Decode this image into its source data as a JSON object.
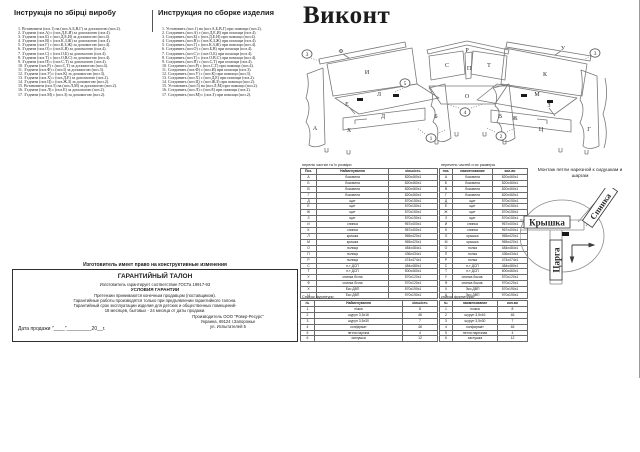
{
  "product": {
    "title": "Виконт"
  },
  "instructions_ua": {
    "title": "Інструкція по збірці виробу",
    "items": [
      "1. Встановити (поз.1) на (поз.А,Б,В,Г) за допомогою (поз.2).",
      "2. З'єднати (поз.А) с (поз.Д,Е,И) за допомогою (поз.4).",
      "3. З'єднати (поз.Б) с (поз.Д,Е,И) за допомогою (поз.4).",
      "4. З'єднати (поз.В) с (поз.К,З,Ж) за допомогою (поз.4).",
      "5. З'єднати (поз.Г) с (поз.К,З,Ж) за допомогою (поз.4).",
      "6. З'єднати (поз.О) с (поз.Б,В) за допомогою (поз.4).",
      "7. З'єднати (поз.С) с (поз.О,Б) за допомогою (поз.4).",
      "8. З'єднати (поз.Т) с (поз.О,В,С) за допомогою (поз.4).",
      "9. З'єднати (поз.П) с (поз.С,Т) за допомогою (поз.4).",
      "10. З'єднати (поз.Р) с (поз.С,Т) за допомогою (поз.4).",
      "11. З'єднати (поз.Ф) с (поз.І) за допомогою (поз.3).",
      "12. З'єднати (поз.У) с (поз.К) за допомогою (поз.3).",
      "13. З'єднати (поз.Х) с (поз.Д,Е) за допомогою (поз.2).",
      "14. З'єднати (поз.Ц) с (поз.Ж,З) за допомогою (поз.2).",
      "15. Встановити (поз.5) на (поз.Л,М) за допомогою (поз.2).",
      "16. З'єднати (поз.Л) с (поз.Е) за допомогою (поз.2).",
      "17. З'єднати (поз.М) с (поз.З) за допомогою (поз.2)."
    ]
  },
  "instructions_ru": {
    "title": "Инструкция по сборке изделия",
    "items": [
      "1. Установить (поз.1) на (поз.А,Б,В,Г) при помощи (поз.2).",
      "2. Соединить (поз.А) с (поз.Д,Е,И) при помощи (поз.4).",
      "3. Соединить (поз.Б) с (поз.Д,Е,И) при помощи (поз.4).",
      "4. Соединить (поз.В) с (поз.К,З,Ж) при помощи (поз.4).",
      "5. Соединить (поз.Г) с (поз.К,З,Ж) при помощи (поз.4).",
      "6. Соединить (поз.О) с (поз.Б,В) при помощи (поз.4).",
      "7. Соединить (поз.С) с (поз.О,Б) при помощи (поз.4).",
      "8. Соединить (поз.Т) с (поз.О,В,С) при помощи (поз.4).",
      "9. Соединить (поз.П) с (поз.С,Т) при помощи (поз.4).",
      "10. Соединить (поз.Р) с (поз.С,Т) при помощи (поз.4).",
      "11. Соединить (поз.Ф) с (поз.И) при помощи (поз.3).",
      "12. Соединить (поз.У) с (поз.К) при помощи (поз.3).",
      "13. Соединить (поз.Х) с (поз.Д,Е) при помощи (поз.2).",
      "14. Соединить (поз.Ц) с (поз.Ж,З) при помощи (поз.2).",
      "15. Установить (поз.5) на (поз.Л,М) при помощи (поз.2).",
      "16. Соединить (поз.Л) с (поз.Е) при помощи (поз.2).",
      "17. Соединить (поз.М) с (поз.З) при помощи (поз.2)."
    ]
  },
  "diagram": {
    "labels": {
      "A": "А",
      "B": "Б",
      "V": "В",
      "G": "Г",
      "D": "Д",
      "E": "Е",
      "ZH": "Ж",
      "Z": "З",
      "I": "И",
      "K": "К",
      "L": "Л",
      "M": "М",
      "O": "О",
      "P": "П",
      "R": "Р",
      "S": "С",
      "T": "Т",
      "U": "У",
      "F": "Ф",
      "H": "Х",
      "TS": "Ц"
    },
    "callouts": {
      "n1": "1",
      "n2": "2",
      "n3": "3",
      "n4": "4",
      "n5": "5"
    }
  },
  "parts_ua": {
    "title": "перелік частин та їх розміри",
    "headers": [
      "Поз.",
      "Найменування",
      "кількість"
    ],
    "rows": [
      [
        "А",
        "боковина",
        "820х460х1"
      ],
      [
        "Б",
        "боковина",
        "820х460х1"
      ],
      [
        "В",
        "боковина",
        "820х460х1"
      ],
      [
        "Г",
        "боковина",
        "820х460х1"
      ],
      [
        "Д",
        "щит",
        "570х150х1"
      ],
      [
        "Е",
        "щит",
        "570х150х1"
      ],
      [
        "Ж",
        "щит",
        "570х150х1"
      ],
      [
        "З",
        "щит",
        "570х150х1"
      ],
      [
        "И",
        "спинка",
        "967х400х1"
      ],
      [
        "К",
        "спинка",
        "967х400х1"
      ],
      [
        "Л",
        "кришка",
        "965х420х1"
      ],
      [
        "М",
        "кришка",
        "965х420х1"
      ],
      [
        "О",
        "полиця",
        "484х484х1"
      ],
      [
        "П",
        "полиця",
        "436х434х1"
      ],
      [
        "Р",
        "полиця",
        "474х474х1"
      ],
      [
        "С",
        "н-т ДСП",
        "484х480х1"
      ],
      [
        "Т",
        "н-т ДСП",
        "500х460х1"
      ],
      [
        "У",
        "спинка бічна",
        "570х120х1"
      ],
      [
        "Ф",
        "спинка бічна",
        "970х120х1"
      ],
      [
        "Х",
        "Еко ДВП",
        "570х190х1"
      ],
      [
        "Ц",
        "Еко ДВП",
        "970х190х1"
      ]
    ]
  },
  "parts_ru": {
    "title": "перечень частей и их размеры",
    "headers": [
      "поз.",
      "наименование",
      "кол-во"
    ],
    "rows": [
      [
        "А",
        "боковина",
        "820х460х1"
      ],
      [
        "Б",
        "боковина",
        "820х460х1"
      ],
      [
        "В",
        "боковина",
        "820х460х1"
      ],
      [
        "Г",
        "боковина",
        "820х460х1"
      ],
      [
        "Д",
        "щит",
        "570х150х1"
      ],
      [
        "Е",
        "щит",
        "570х150х1"
      ],
      [
        "Ж",
        "щит",
        "570х150х1"
      ],
      [
        "З",
        "щит",
        "570х150х1"
      ],
      [
        "И",
        "спинка",
        "967х400х1"
      ],
      [
        "К",
        "спинка",
        "967х400х1"
      ],
      [
        "Л",
        "крышка",
        "965х420х1"
      ],
      [
        "М",
        "крышка",
        "965х420х1"
      ],
      [
        "О",
        "полка",
        "484х484х1"
      ],
      [
        "П",
        "полка",
        "436х434х1"
      ],
      [
        "Р",
        "полка",
        "474х474х1"
      ],
      [
        "С",
        "н-т ДСП",
        "484х480х1"
      ],
      [
        "Т",
        "н-т ДСП",
        "500х460х1"
      ],
      [
        "У",
        "спинка боков.",
        "570х120х1"
      ],
      [
        "Ф",
        "спинка боков.",
        "970х120х1"
      ],
      [
        "Х",
        "Эко ДВП",
        "570х190х1"
      ],
      [
        "Ц",
        "Эко ДВП",
        "970х190х1"
      ]
    ]
  },
  "hardware_ua": {
    "title": "Список фурнітури",
    "headers": [
      "№",
      "Найменування",
      "кількість"
    ],
    "rows": [
      [
        "1",
        "ніжка",
        "8"
      ],
      [
        "2",
        "шуруп 3,5х16",
        "46"
      ],
      [
        "3",
        "шуруп 3,5х30",
        "7"
      ],
      [
        "4",
        "конфірмат",
        "46"
      ],
      [
        "5",
        "петля нарізна",
        "4"
      ],
      [
        "6",
        "заглушка",
        "12"
      ]
    ]
  },
  "hardware_ru": {
    "title": "список фурнитуры",
    "headers": [
      "№",
      "наименование",
      "кол-во"
    ],
    "rows": [
      [
        "1",
        "ножка",
        "8"
      ],
      [
        "2",
        "шуруп 3,5х16",
        "46"
      ],
      [
        "3",
        "шуруп 3,5х30",
        "7"
      ],
      [
        "4",
        "конфирмат",
        "46"
      ],
      [
        "5",
        "петля нарезная",
        "4"
      ],
      [
        "6",
        "заглушка",
        "12"
      ]
    ]
  },
  "hinge": {
    "note": "Монтаж петли нарезной к сидушкам и шаргам",
    "cover": "Крышка",
    "tsarga": "Царга",
    "back": "Спинка"
  },
  "warranty": {
    "above_line": "Изготовитель имеет право на конструктивные изменения",
    "title": "ГАРАНТИЙНЫЙ ТАЛОН",
    "gost_line": "Изготовитель гарантирует соответствие ГОСТа 19917-93",
    "subtitle": "УСЛОВИЯ ГАРАНТИИ",
    "conditions": [
      "Претензии принимаются конечным продавцом (поставщиком).",
      "Гарантийные работы производятся только при предъявлении гарантийного талона.",
      "Гарантийный срок эксплуатации изделия для детских и общественных помещений-",
      "18 месяцев, бытовых - 24 месяца от даты продажи."
    ],
    "producer": [
      "Производитель ООО \"Ровер-Ресурс\"",
      "Украина, 69124 г.Запорожье",
      "ул. Испытателей 5"
    ],
    "date_line": "Дата продажи \"____\"_________20__г."
  }
}
